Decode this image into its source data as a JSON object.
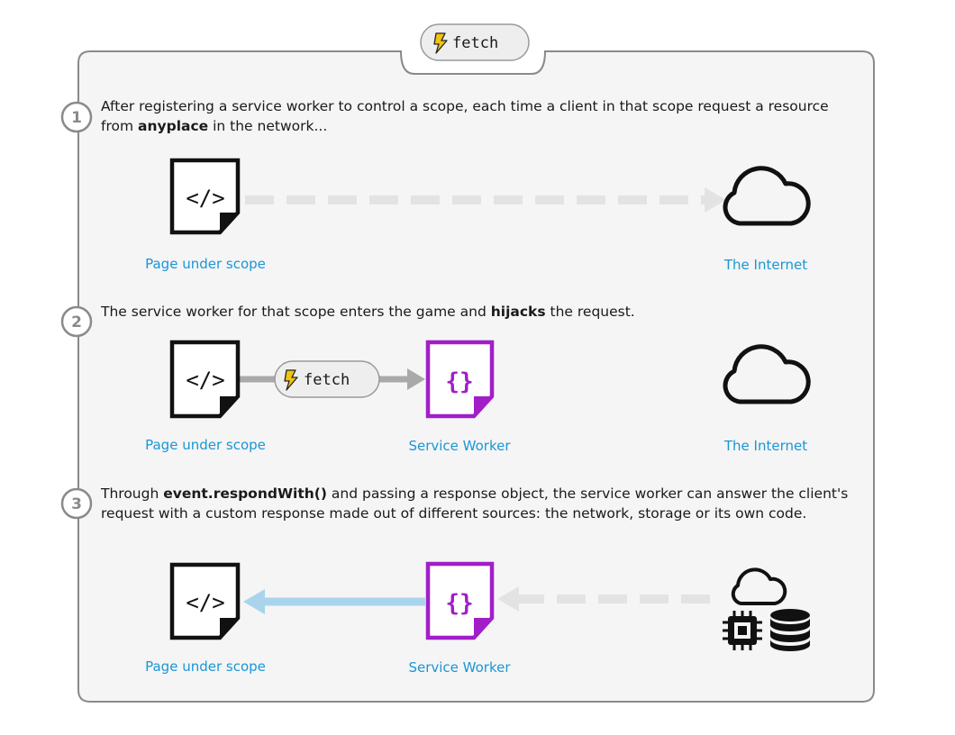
{
  "header_badge": {
    "label": "fetch",
    "icon": "lightning-bolt-icon"
  },
  "colors": {
    "frame": "#8a8a8a",
    "frame_bg": "#f5f5f5",
    "caption": "#1a96d6",
    "service_worker": "#a11ec9",
    "dashed_arrow": "#e3e3e3",
    "solid_arrow": "#a9a9a9",
    "response_arrow": "#aad4ec",
    "bolt": "#f1c40f"
  },
  "steps": [
    {
      "number": "1",
      "text_before": "After registering a service worker to control a scope, each time a client in that scope request a resource from ",
      "text_bold": "anyplace",
      "text_after": " in the network...",
      "captions": {
        "page": "Page under scope",
        "internet": "The Internet"
      }
    },
    {
      "number": "2",
      "text_before": "The service worker for that scope enters the game and ",
      "text_bold": "hijacks",
      "text_after": " the request.",
      "fetch_label": "fetch",
      "captions": {
        "page": "Page under scope",
        "worker": "Service Worker",
        "internet": "The Internet"
      }
    },
    {
      "number": "3",
      "text_before": "Through ",
      "text_bold": "event.respondWith()",
      "text_after": " and passing a response object, the service worker can answer the client's request with a custom response made out of different sources: the network, storage or its own code.",
      "captions": {
        "page": "Page under scope",
        "worker": "Service Worker"
      }
    }
  ],
  "icons": {
    "page": "code-document-icon",
    "page_glyph": "</>",
    "worker": "service-worker-document-icon",
    "worker_glyph": "{}",
    "internet": "cloud-icon",
    "sources": [
      "cloud-icon",
      "cpu-chip-icon",
      "database-icon"
    ]
  }
}
